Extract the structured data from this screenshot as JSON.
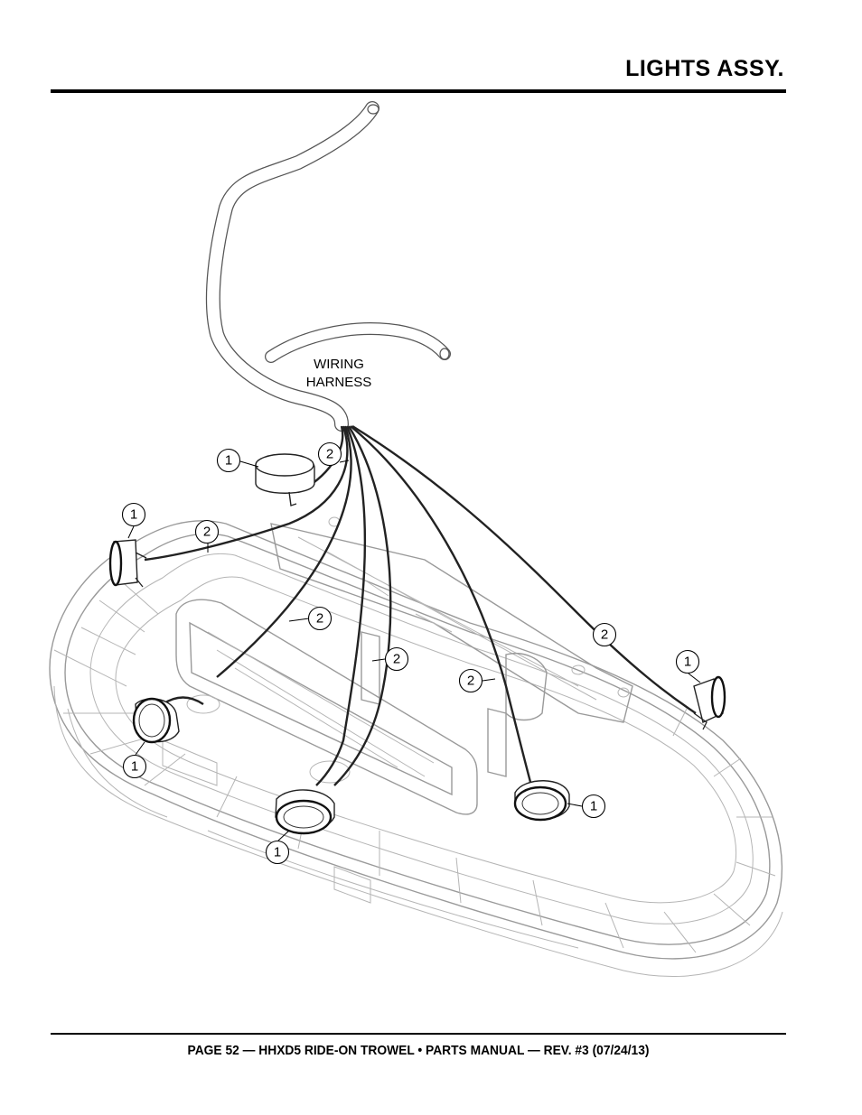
{
  "header": {
    "title": "LIGHTS ASSY."
  },
  "figure": {
    "harness_label_line1": "WIRING",
    "harness_label_line2": "HARNESS",
    "callouts": [
      "1",
      "2",
      "1",
      "2",
      "2",
      "2",
      "2",
      "2",
      "1",
      "1",
      "1",
      "1"
    ]
  },
  "footer": {
    "text": "PAGE 52 — HHXD5 RIDE-ON TROWEL • PARTS MANUAL — REV. #3 (07/24/13)"
  }
}
